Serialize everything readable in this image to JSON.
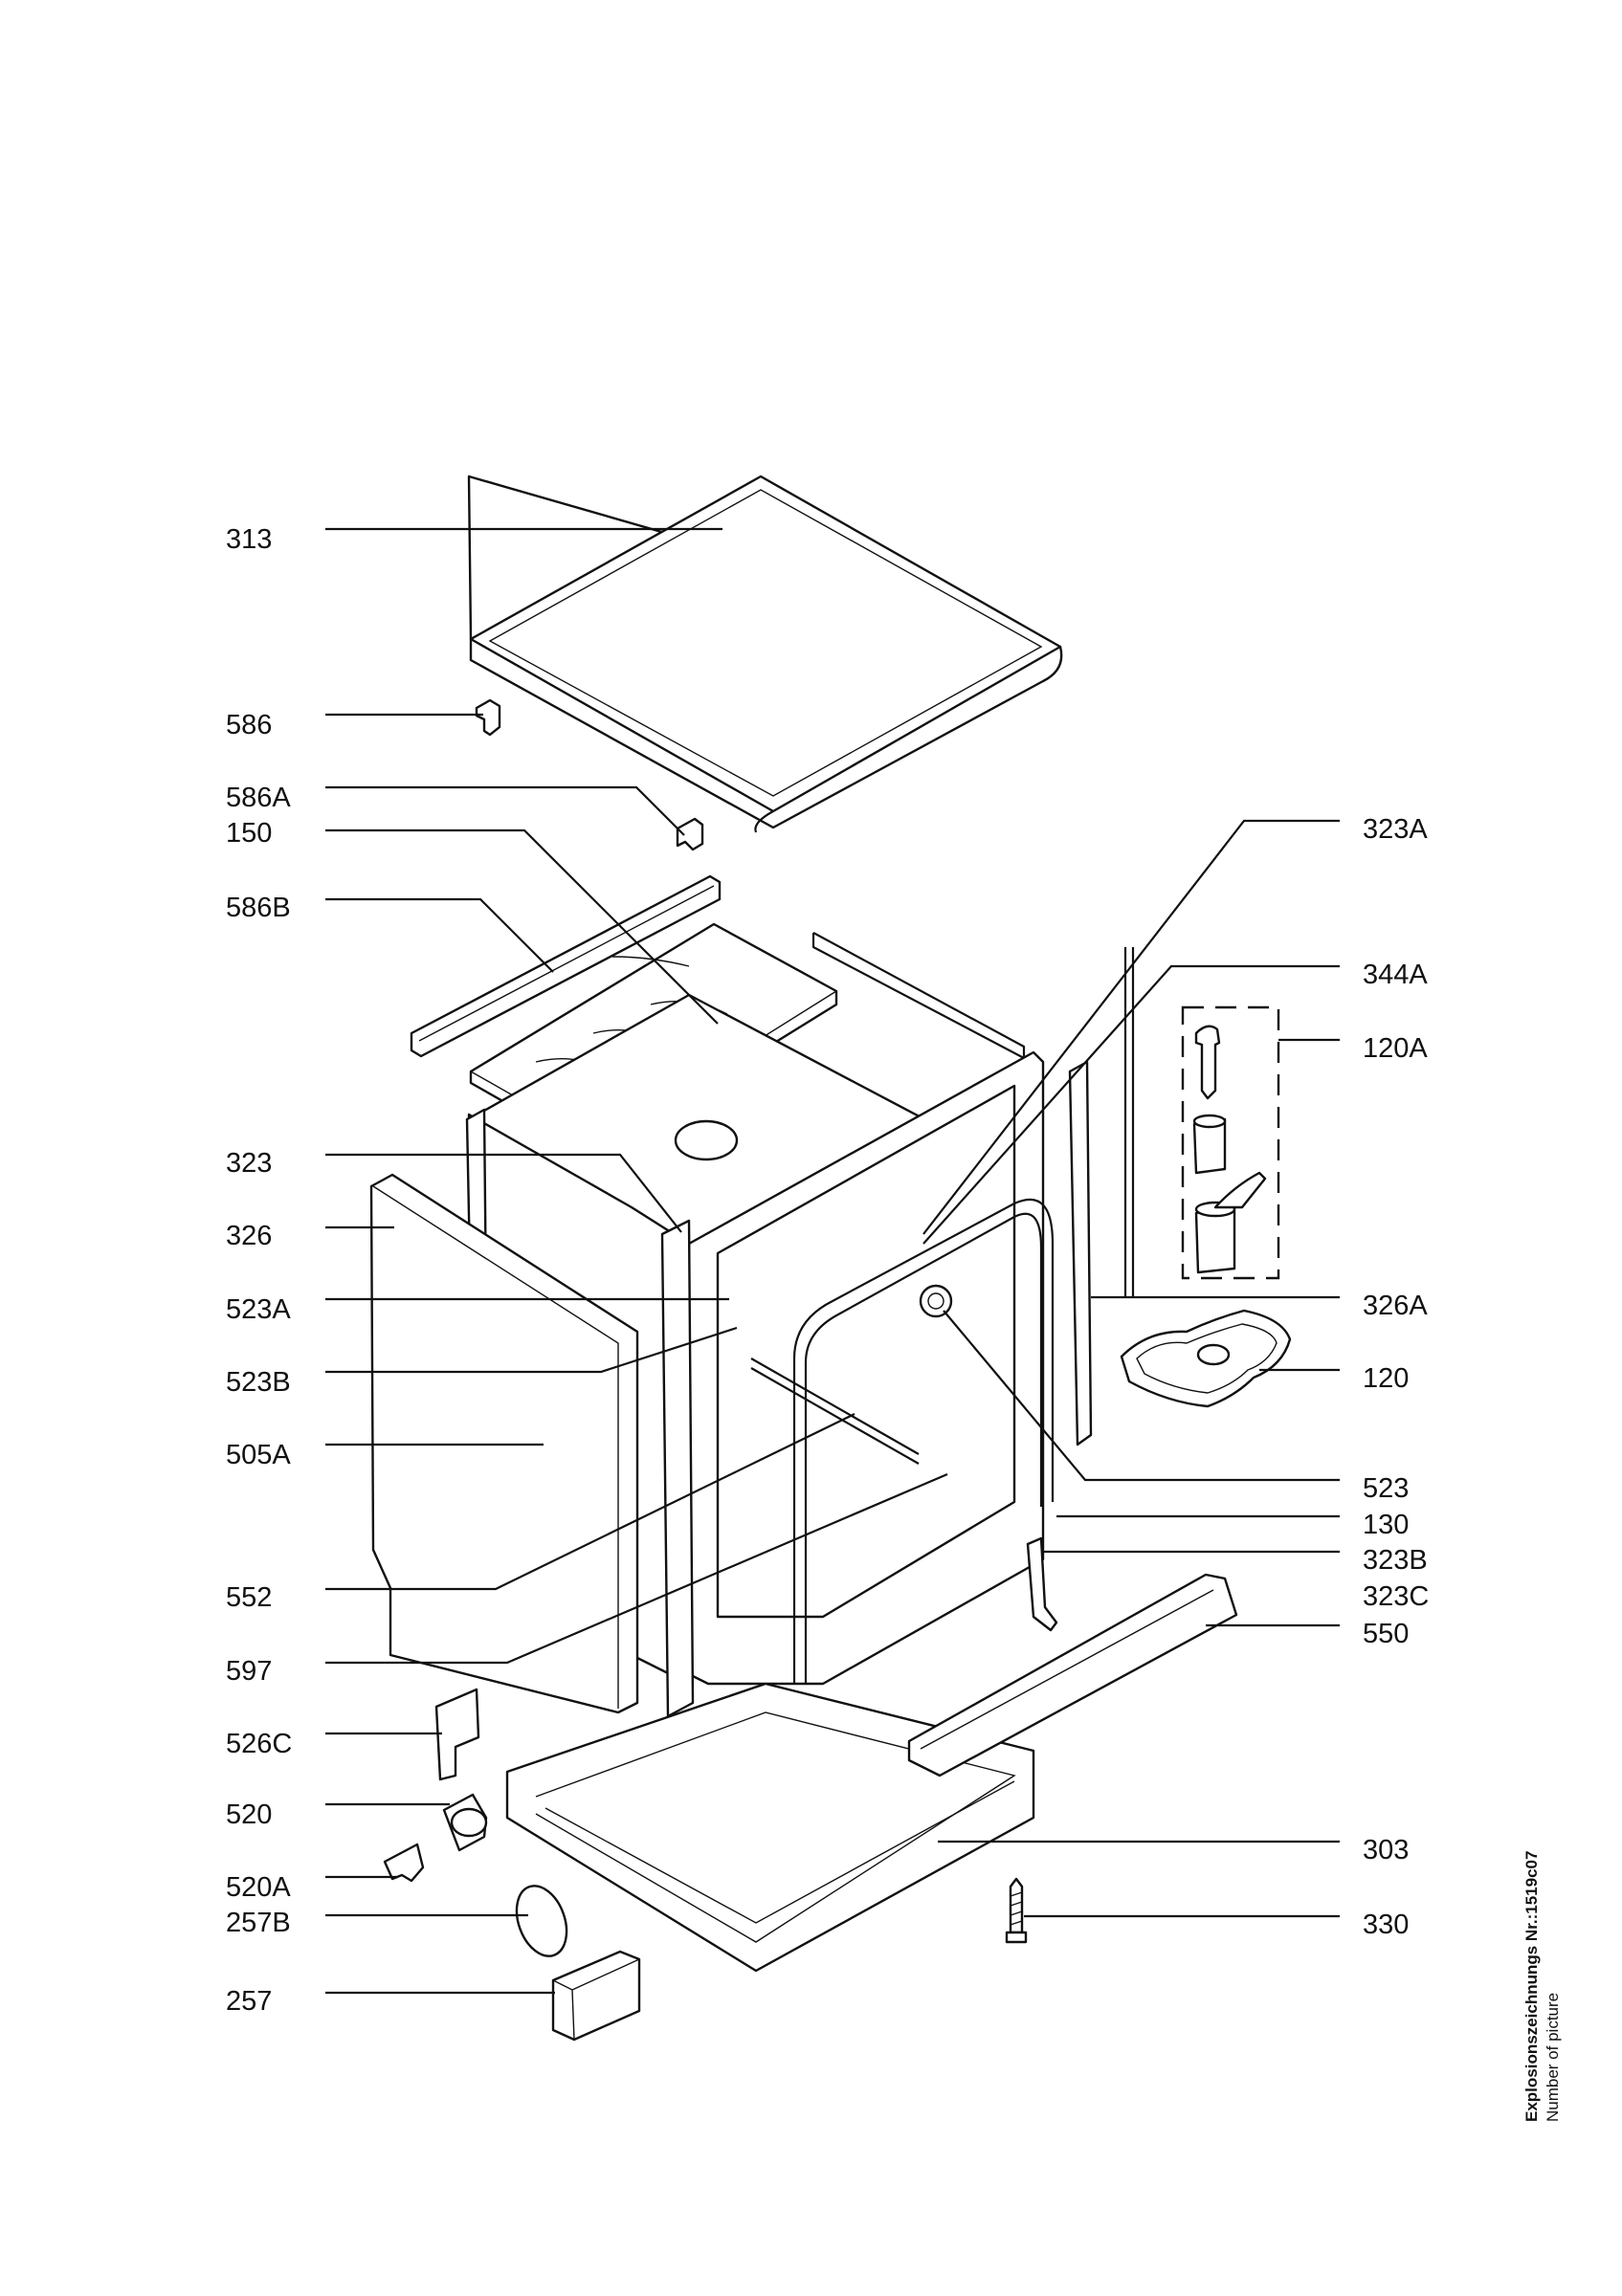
{
  "diagram": {
    "labels_left": [
      "313",
      "586",
      "586A",
      "150",
      "586B",
      "323",
      "326",
      "523A",
      "523B",
      "505A",
      "552",
      "597",
      "526C",
      "520",
      "520A",
      "257B",
      "257"
    ],
    "labels_right": [
      "323A",
      "344A",
      "120A",
      "326A",
      "120",
      "523",
      "130",
      "323B",
      "323C",
      "550",
      "303",
      "330"
    ]
  },
  "footer": {
    "title": "Explosionszeichnungs Nr.:1519c07",
    "subtitle": "Number of picture"
  }
}
